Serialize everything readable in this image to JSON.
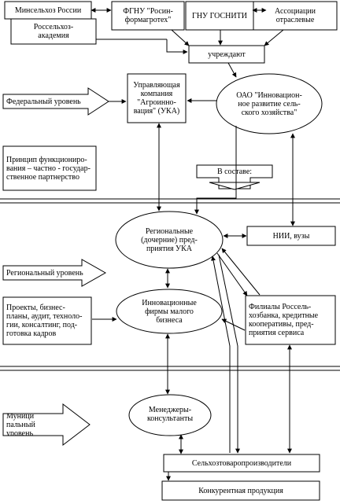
{
  "top": {
    "minselhoz": "Минсельхоз России",
    "rosselhoz": "Россельхоз-\nакадемия",
    "fgnu": "ФГНУ \"Росин-\nформагротех\"",
    "gnu": "ГНУ ГОСНИТИ",
    "assoc": "Ассоциации\nотраслевые",
    "uchrezhdayut": "учреждают"
  },
  "federal": {
    "level": "Федеральный уровень",
    "uka": "Управляющая\nкомпания\n\"Агроинно-\nвация\" (УКА)",
    "oao": "ОАО \"Инновацион-\nное развитие сель-\nского хозяйства\"",
    "principle": "Принцип функциониро-\nвания – частно - государ-\nственное партнерство",
    "v_sostave": "В составе:"
  },
  "regional": {
    "level": "Региональный уровень",
    "regional_enterprises": "Региональные\n(дочерние) пред-\nприятия УКА",
    "nii": "НИИ, вузы",
    "innov_firms": "Инновационные\nфирмы малого\nбизнеса",
    "projects": "Проекты, бизнес-\nпланы, аудит, техноло-\nгии, консалтинг, под-\nготовка кадров",
    "filialy": "Филиалы Россель-\nхозбанка, кредитные\nкооперативы, пред-\nприятия сервиса"
  },
  "municipal": {
    "level": "Муници пальный\nуровень",
    "managers": "Менеджеры-\nконсультанты",
    "producers": "Сельхозтоваропроизводители",
    "product": "Конкурентная продукция"
  }
}
